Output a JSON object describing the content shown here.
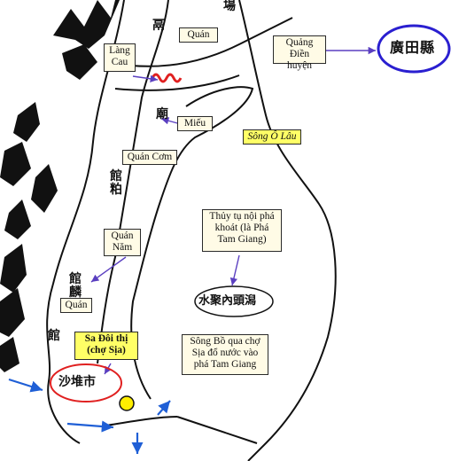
{
  "labels": {
    "quan_top": "Quán",
    "lang_cau": "Làng\nCau",
    "quang_dien": "Quảng Điền\nhuyện",
    "mieu": "Miếu",
    "song_o_lau": "Sông Ô Lâu",
    "quan_com": "Quán Cơm",
    "thuy_tu": "Thủy tụ nội phá\nkhoát (là Phá\nTam Giang)",
    "quan_nam": "Quán\nNăm",
    "quan_low": "Quán",
    "sa_doi": "Sa Đôi thị\n(chợ Sịa)",
    "song_bo": "Sông Bồ qua chợ\nSịa đổ nước vào\nphá Tam Giang"
  },
  "han": {
    "quang_dien": "廣田縣",
    "top_chars": "場",
    "lang_cau_char": "鬲",
    "mieu_char": "廟",
    "quan_com_chars": "館粕",
    "quan_nam_chars": "館麟",
    "quan_low_char": "館",
    "lagoon": "水聚內頭潟",
    "sa_doi": "沙堆市"
  },
  "colors": {
    "label_bg": "#fffbe6",
    "highlight": "#ffff66",
    "arrow": "#5a3fc0",
    "river_arrow": "#1f5fd6",
    "red_oval": "#e02020",
    "blue_oval": "#2a1fd0"
  }
}
